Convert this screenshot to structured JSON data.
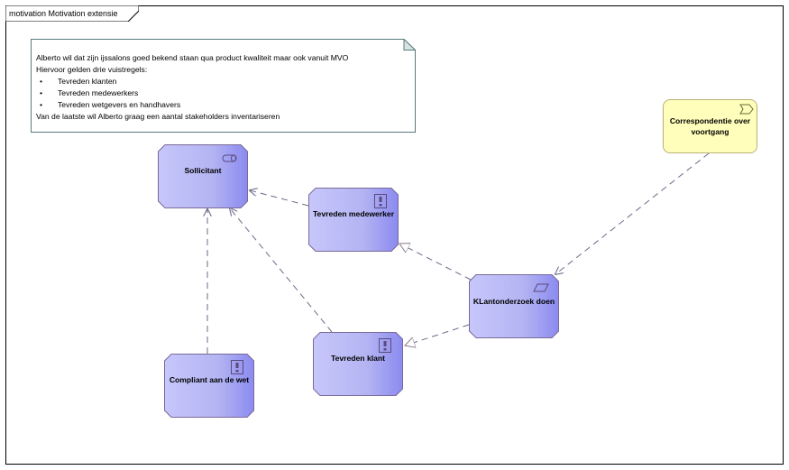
{
  "frame": {
    "label": "motivation Motivation extensie"
  },
  "note": {
    "intro": "Alberto wil dat zijn ijssalons goed bekend staan qua product kwaliteit maar ook vanuit MVO",
    "rules_intro": "Hiervoor gelden drie vuistregels:",
    "bullets": [
      "Tevreden klanten",
      "Tevreden medewerkers",
      "Tevreden wetgevers en handhavers"
    ],
    "outro": "Van de laatste wil Alberto graag een aantal stakeholders inventariseren"
  },
  "elements": {
    "sollicitant": {
      "label": "Sollicitant",
      "icon": "stakeholder-icon"
    },
    "tevreden_medewerker": {
      "label": "Tevreden medewerker",
      "icon": "goal-icon"
    },
    "klantonderzoek": {
      "label": "KLantonderzoek doen",
      "icon": "work-package-icon"
    },
    "tevreden_klant": {
      "label": "Tevreden klant",
      "icon": "goal-icon"
    },
    "compliant": {
      "label": "Compliant aan de wet",
      "icon": "goal-icon"
    },
    "correspondentie": {
      "label": "Correspondentie over voortgang",
      "icon": "event-icon"
    }
  },
  "colors": {
    "motivation_fill": "#b4b4f3",
    "motivation_border": "#7a6a9a",
    "event_fill": "#ffffbb",
    "note_fill": "#ffffff",
    "connector": "#6a6a8a"
  }
}
